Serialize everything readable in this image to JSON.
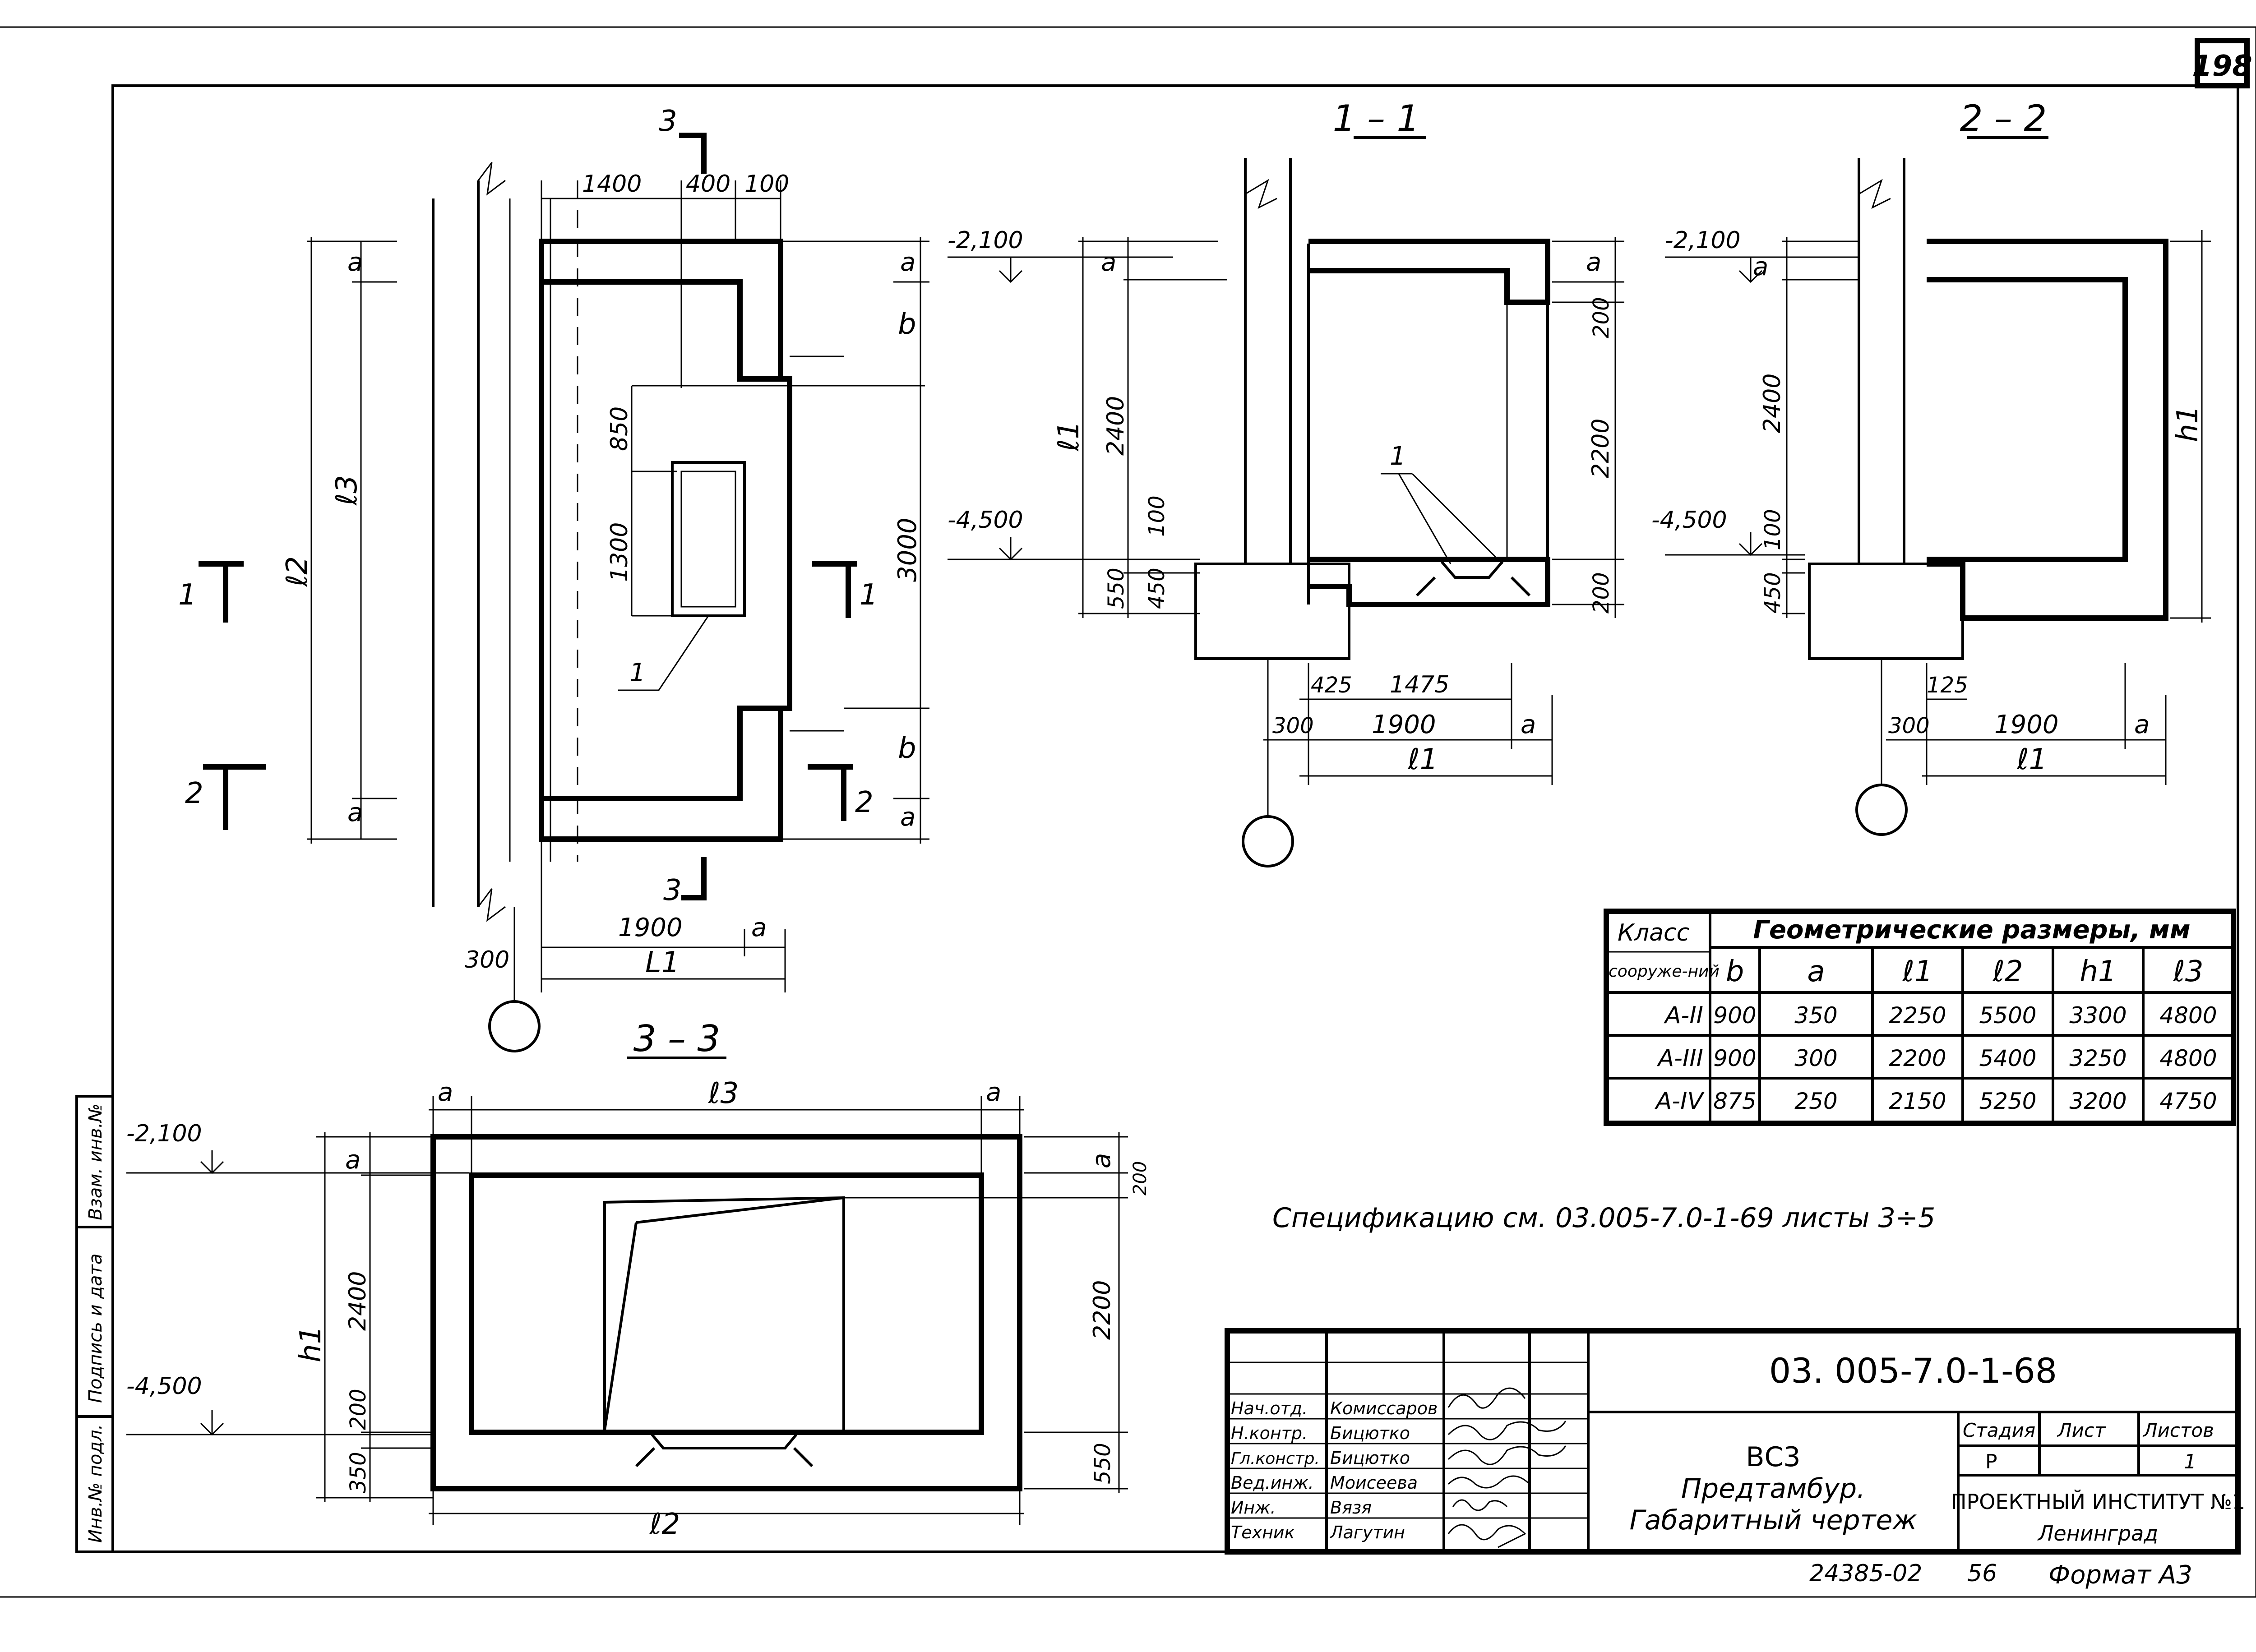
{
  "sheet": {
    "page_number": "198",
    "format_label": "Формат А3",
    "archive_number": "24385-02",
    "archive_suffix": "56"
  },
  "plan_view": {
    "cut_labels": {
      "c3_top": "3",
      "c3_bottom": "3",
      "c1_left": "1",
      "c1_right": "1",
      "c2_left": "2",
      "c2_right": "2"
    },
    "dim_top": [
      "1400",
      "400",
      "100"
    ],
    "dim_left": [
      "a",
      "ℓ3",
      "ℓ2",
      "a"
    ],
    "dim_inner": [
      "850",
      "1300"
    ],
    "dim_right": [
      "a",
      "b",
      "3000",
      "b",
      "a"
    ],
    "dim_bottom": [
      "1900",
      "a",
      "300",
      "L1"
    ],
    "callout": "1"
  },
  "section_1_1": {
    "title": "1 – 1",
    "elev_top": "-2,100",
    "elev_bottom": "-4,500",
    "dim_left": [
      "a",
      "2400",
      "ℓ1",
      "100",
      "450",
      "550"
    ],
    "dim_right": [
      "a",
      "200",
      "2200",
      "200"
    ],
    "dim_bottom": [
      "425",
      "1475",
      "300",
      "1900",
      "a",
      "ℓ1"
    ],
    "callout": "1"
  },
  "section_2_2": {
    "title": "2 – 2",
    "elev_top": "-2,100",
    "elev_bottom": "-4,500",
    "dim_left": [
      "a",
      "2400",
      "100",
      "450"
    ],
    "dim_right": [
      "h1"
    ],
    "dim_bottom": [
      "125",
      "300",
      "1900",
      "a",
      "ℓ1"
    ]
  },
  "section_3_3": {
    "title": "3 – 3",
    "elev_top": "-2,100",
    "elev_bottom": "-4,500",
    "dim_top": [
      "a",
      "ℓ3",
      "a"
    ],
    "dim_left": [
      "a",
      "2400",
      "h1",
      "200",
      "350"
    ],
    "dim_right": [
      "a",
      "200",
      "2200",
      "550"
    ],
    "dim_bottom": [
      "ℓ2"
    ]
  },
  "size_table": {
    "class_header": "Класс",
    "class_sub": "сооруже-ний",
    "group_header": "Геометрические размеры, мм",
    "columns": [
      "b",
      "a",
      "ℓ1",
      "ℓ2",
      "h1",
      "ℓ3"
    ],
    "rows": [
      {
        "cls": "А-II",
        "b": "900",
        "a": "350",
        "l1": "2250",
        "l2": "5500",
        "h1": "3300",
        "l3": "4800"
      },
      {
        "cls": "А-III",
        "b": "900",
        "a": "300",
        "l1": "2200",
        "l2": "5400",
        "h1": "3250",
        "l3": "4800"
      },
      {
        "cls": "А-IV",
        "b": "875",
        "a": "250",
        "l1": "2150",
        "l2": "5250",
        "h1": "3200",
        "l3": "4750"
      }
    ]
  },
  "spec_note": "Спецификацию см. 03.005-7.0-1-69 листы 3÷5",
  "side_stamp": [
    "Инв.№ подл.",
    "Подпись и дата",
    "Взам. инв.№"
  ],
  "title_block": {
    "doc_code": "03. 005-7.0-1-68",
    "title_lines": [
      "ВС3",
      "Предтамбур.",
      "Габаритный чертеж"
    ],
    "stage_header": "Стадия",
    "sheet_header": "Лист",
    "sheets_header": "Листов",
    "stage_value": "Р",
    "sheets_value": "1",
    "org_name": "ПРОЕКТНЫЙ ИНСТИТУТ №1",
    "org_city": "Ленинград",
    "signers": [
      {
        "role": "Нач.отд.",
        "name": "Комиссаров"
      },
      {
        "role": "Н.контр.",
        "name": "Бицютко"
      },
      {
        "role": "Гл.констр.",
        "name": "Бицютко"
      },
      {
        "role": "Вед.инж.",
        "name": "Моисеева"
      },
      {
        "role": "Инж.",
        "name": "Вязя"
      },
      {
        "role": "Техник",
        "name": "Лагутин"
      }
    ]
  }
}
